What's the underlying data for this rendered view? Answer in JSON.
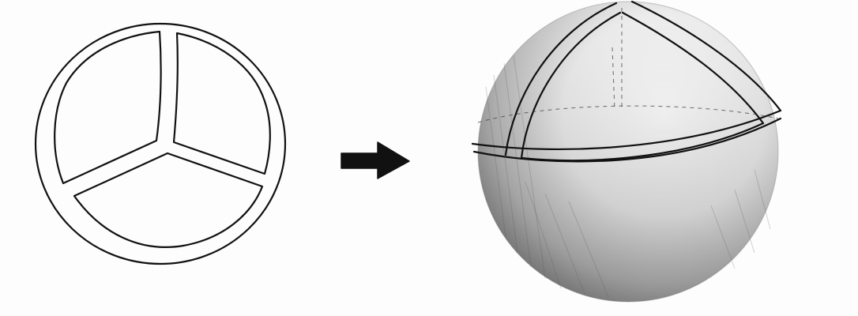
{
  "illustration": {
    "background_color": "#fdfdfd",
    "ink_color": "#111111",
    "pencil_shade_color": "#6b6b6b",
    "flat_drawing": {
      "icon": "flat-circle-three-segment-sketch",
      "segments": 3
    },
    "arrow": {
      "icon": "right-arrow-icon",
      "direction": "right"
    },
    "sphere_drawing": {
      "icon": "shaded-sphere-sketch"
    }
  }
}
